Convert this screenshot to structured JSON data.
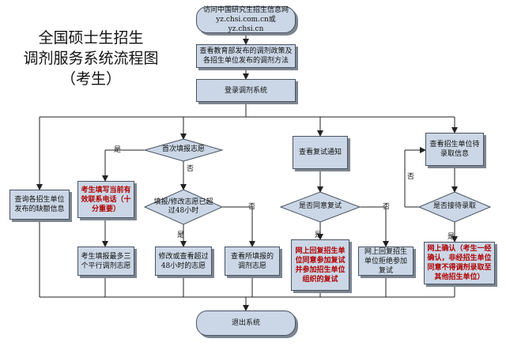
{
  "title": {
    "line1": "全国硕士生招生",
    "line2": "调剂服务系统流程图",
    "line3": "（考生）"
  },
  "nodes": {
    "visit_site": "访问中国研究生招生信息网 yz.chsi.com.cn或yz.chsi.cn",
    "check_policy": "查看教育部发布的调剂政策及各招生单位发布的调剂方法",
    "login": "登录调剂系统",
    "query_vacancy": "查询各招生单位发布的缺额信息",
    "first_choice": "首次填报志愿",
    "fill_contact": "考生填写当前有效联系电话（十分重要）",
    "modify_48h": "填报/修改志愿已超过48小时",
    "fill_three": "考生填报最多三个平行调剂志愿",
    "modify_view": "修改或查看超过48小时的志愿",
    "view_filled": "查看所填报的调剂志愿",
    "retest_notice": "查看复试通知",
    "agree_retest": "是否同意复试",
    "confirm_retest": "网上回复招生单位同意参加复试并参加招生单位组织的复试",
    "reject_retest": "网上回复招生单位拒绝参加复试",
    "pending_admit": "查看招生单位待录取信息",
    "accept_admit": "是否接待录取",
    "confirm_admit": "网上确认（考生一经确认，非经招生单位同意不得调剂录取至其他招生单位）",
    "exit": "退出系统"
  },
  "labels": {
    "yes": "是",
    "no": "否"
  }
}
